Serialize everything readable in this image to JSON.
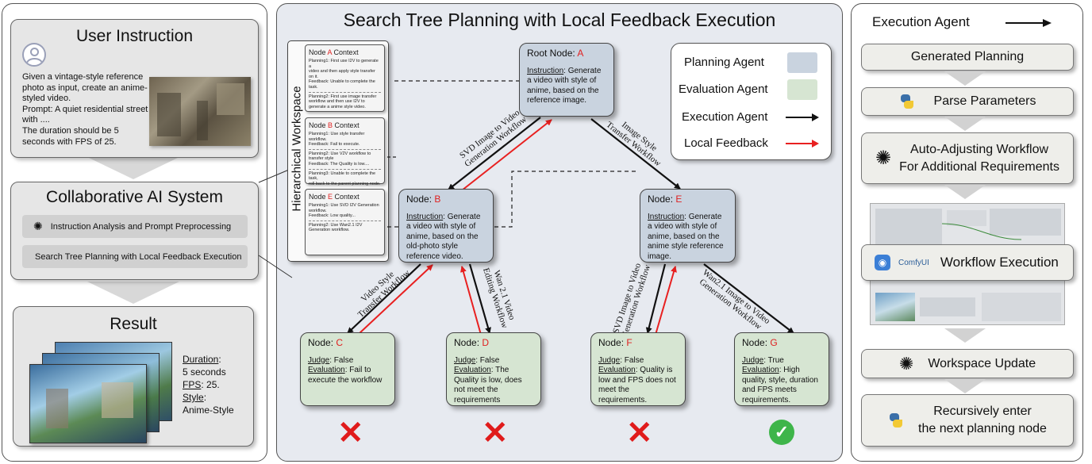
{
  "left": {
    "user_instruction": {
      "title": "User Instruction",
      "text_lines": [
        "Given a vintage-style reference",
        "photo as input, create an anime-",
        "styled video.",
        "Prompt: A quiet residential street",
        "with ....",
        "The duration should be 5",
        "seconds with FPS of 25."
      ]
    },
    "collab": {
      "title": "Collaborative AI System",
      "item1": "Instruction Analysis and Prompt Preprocessing",
      "item2": "Search Tree Planning with Local Feedback Execution"
    },
    "result": {
      "title": "Result",
      "duration_label": "Duration",
      "duration_value": "5 seconds",
      "fps_label": "FPS",
      "fps_value": "25.",
      "style_label": "Style",
      "style_value": "Anime-Style"
    }
  },
  "center": {
    "title": "Search Tree Planning with Local Feedback Execution",
    "workspace_label": "Hierarchical Workspace",
    "contexts": [
      {
        "title_prefix": "Node ",
        "letter": "A",
        "title_suffix": " Context",
        "lines": [
          "Planning1: First use I2V to generate a",
          "video and then apply style transfer",
          "on it.",
          "Feedback:  Unable  to complete the",
          "task.",
          "---",
          "Planning2: First  use image transfer",
          "workflow and then use I2V to",
          "generate a anime style video."
        ]
      },
      {
        "title_prefix": "Node ",
        "letter": "B",
        "title_suffix": " Context",
        "lines": [
          "Planning1: Use style transfer workflow.",
          "Feedback:  Fail to execute.",
          "---",
          "Planning2: Use V2V workflow to",
          "transfer style",
          "Feedback:  The Quality is low....",
          "---",
          "Planning3: Unable to complete the task,",
          "roll back to the parent planning node."
        ]
      },
      {
        "title_prefix": "Node ",
        "letter": "E",
        "title_suffix": " Context",
        "lines": [
          "Planning1: Use SVD I2V Generation",
          "workflow.",
          "Feedback:  Low quality...",
          "---",
          "Planning2: Use Wan2.1 I2V",
          "Generation workflow."
        ]
      }
    ],
    "legend": {
      "planning": "Planning Agent",
      "evaluation": "Evaluation Agent",
      "execution": "Execution Agent",
      "feedback": "Local Feedback",
      "planning_color": "#c9d3df",
      "evaluation_color": "#d6e5d2",
      "feedback_color": "#e82020"
    },
    "nodes": {
      "A": {
        "prefix": "Root Node: ",
        "letter": "A",
        "instr_label": "Instruction",
        "instr": ": Generate a video with style of anime, based on the reference image."
      },
      "B": {
        "prefix": "Node: ",
        "letter": "B",
        "instr_label": "Instruction",
        "instr": ": Generate a video with style of anime, based on the old-photo style reference video."
      },
      "E": {
        "prefix": "Node: ",
        "letter": "E",
        "instr_label": "Instruction",
        "instr": ": Generate a video with style of anime, based on the anime style reference image."
      },
      "C": {
        "prefix": "Node: ",
        "letter": "C",
        "judge_label": "Judge",
        "judge": ": False",
        "eval_label": "Evaluation",
        "eval": ": Fail to execute the workflow"
      },
      "D": {
        "prefix": "Node: ",
        "letter": "D",
        "judge_label": "Judge",
        "judge": ": False",
        "eval_label": "Evaluation",
        "eval": ": The Quality is low, does not meet the requirements"
      },
      "F": {
        "prefix": "Node: ",
        "letter": "F",
        "judge_label": "Judge",
        "judge": ": False",
        "eval_label": "Evaluation",
        "eval": ": Quality is low and FPS does not meet the requirements."
      },
      "G": {
        "prefix": "Node: ",
        "letter": "G",
        "judge_label": "Judge",
        "judge": ": True",
        "eval_label": "Evaluation",
        "eval": ": High quality, style, duration and FPS meets requirements."
      }
    },
    "edges": {
      "AB": [
        "SVD Image to Video",
        "Generation Workflow"
      ],
      "AE": [
        "Image Style",
        "Transfer Workflow"
      ],
      "BC": [
        "Video Style",
        "Transfer Workflow"
      ],
      "BD": [
        "Wan 2.1 Video",
        "Editing Workflow"
      ],
      "EF": [
        "SVD Image to Video",
        "Generation Workflow"
      ],
      "EG": [
        "Wan2.1 Image to Video",
        "Generation Workflow"
      ]
    },
    "outcomes": [
      "fail",
      "fail",
      "fail",
      "success"
    ]
  },
  "right": {
    "header": "Execution Agent",
    "steps": {
      "generated_planning": "Generated Planning",
      "parse_parameters": "Parse Parameters",
      "auto_adjust_1": "Auto-Adjusting Workflow",
      "auto_adjust_2": "For Additional Requirements",
      "comfyui_logo": "ComfyUI",
      "workflow_execution": "Workflow Execution",
      "workspace_update": "Workspace Update",
      "recurse_1": "Recursively enter",
      "recurse_2": "the next planning node"
    }
  }
}
